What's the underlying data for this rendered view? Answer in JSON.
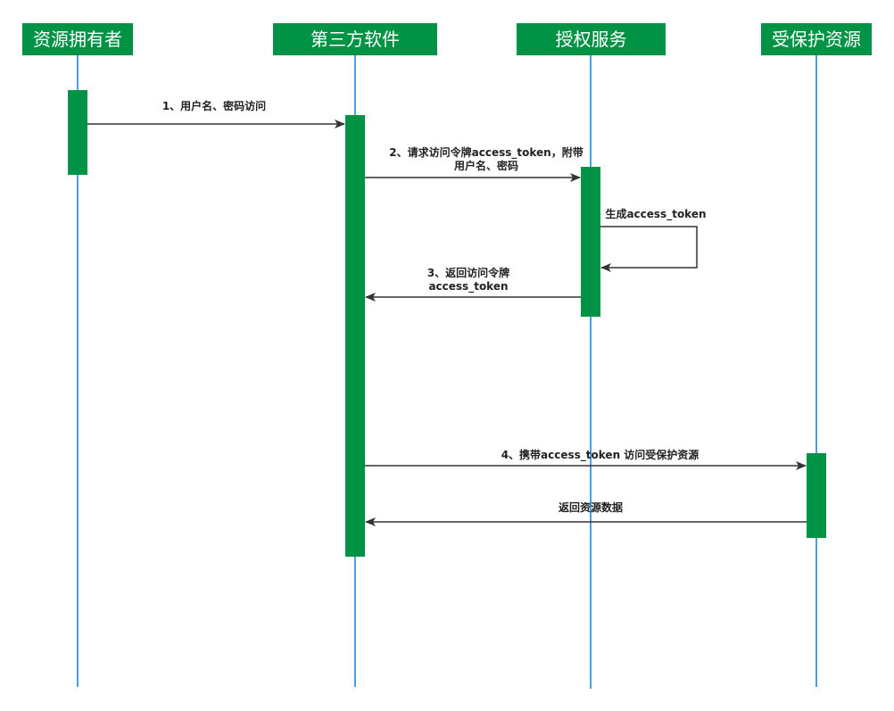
{
  "diagram": {
    "actors": [
      {
        "id": "owner",
        "label": "资源拥有者"
      },
      {
        "id": "client",
        "label": "第三方软件"
      },
      {
        "id": "auth",
        "label": "授权服务"
      },
      {
        "id": "resource",
        "label": "受保护资源"
      }
    ],
    "messages": [
      {
        "id": "m1",
        "from": "owner",
        "to": "client",
        "lines": [
          "1、用户名、密码访问"
        ]
      },
      {
        "id": "m2",
        "from": "client",
        "to": "auth",
        "lines": [
          "2、请求访问令牌access_token，附带",
          "用户名、密码"
        ]
      },
      {
        "id": "m3",
        "from": "auth",
        "to": "auth",
        "lines": [
          "生成access_token"
        ]
      },
      {
        "id": "m4",
        "from": "auth",
        "to": "client",
        "lines": [
          "3、返回访问令牌",
          "access_token"
        ]
      },
      {
        "id": "m5",
        "from": "client",
        "to": "resource",
        "lines": [
          "4、携带access_token 访问受保护资源"
        ]
      },
      {
        "id": "m6",
        "from": "resource",
        "to": "client",
        "lines": [
          "返回资源数据"
        ]
      }
    ],
    "colors": {
      "actor_fill": "#009245",
      "actor_text": "#ffffff",
      "activation_fill": "#009245",
      "lifeline": "#4a9fe0",
      "arrow": "#333333"
    }
  }
}
